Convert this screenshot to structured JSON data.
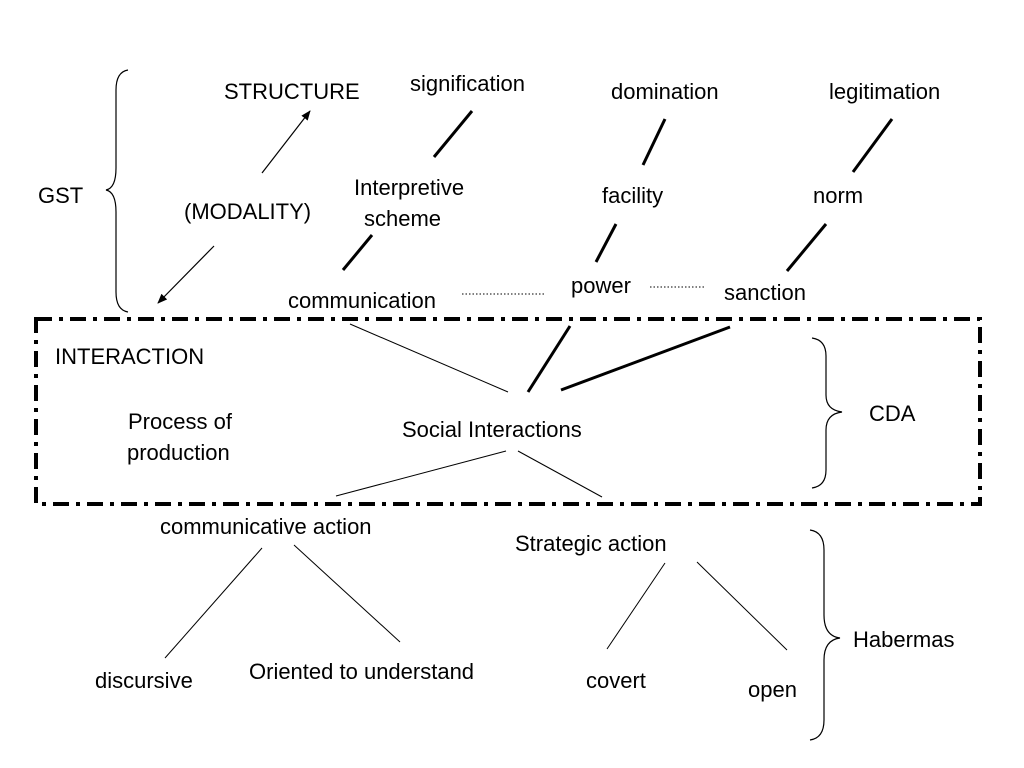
{
  "labels": {
    "structure": "STRUCTURE",
    "signification": "signification",
    "domination": "domination",
    "legitimation": "legitimation",
    "gst": "GST",
    "modality": "(MODALITY)",
    "interpretive_line1": "Interpretive",
    "interpretive_line2": "scheme",
    "facility": "facility",
    "norm": "norm",
    "communication": "communication",
    "power": "power",
    "sanction": "sanction",
    "interaction": "INTERACTION",
    "process_line1": "Process of",
    "process_line2": "production",
    "social_interactions": "Social Interactions",
    "cda": "CDA",
    "communicative_action": "communicative action",
    "strategic_action": "Strategic action",
    "discursive": "discursive",
    "oriented": "Oriented to understand",
    "covert": "covert",
    "open": "open",
    "habermas": "Habermas"
  },
  "colors": {
    "ink": "#000000",
    "background": "#ffffff"
  }
}
